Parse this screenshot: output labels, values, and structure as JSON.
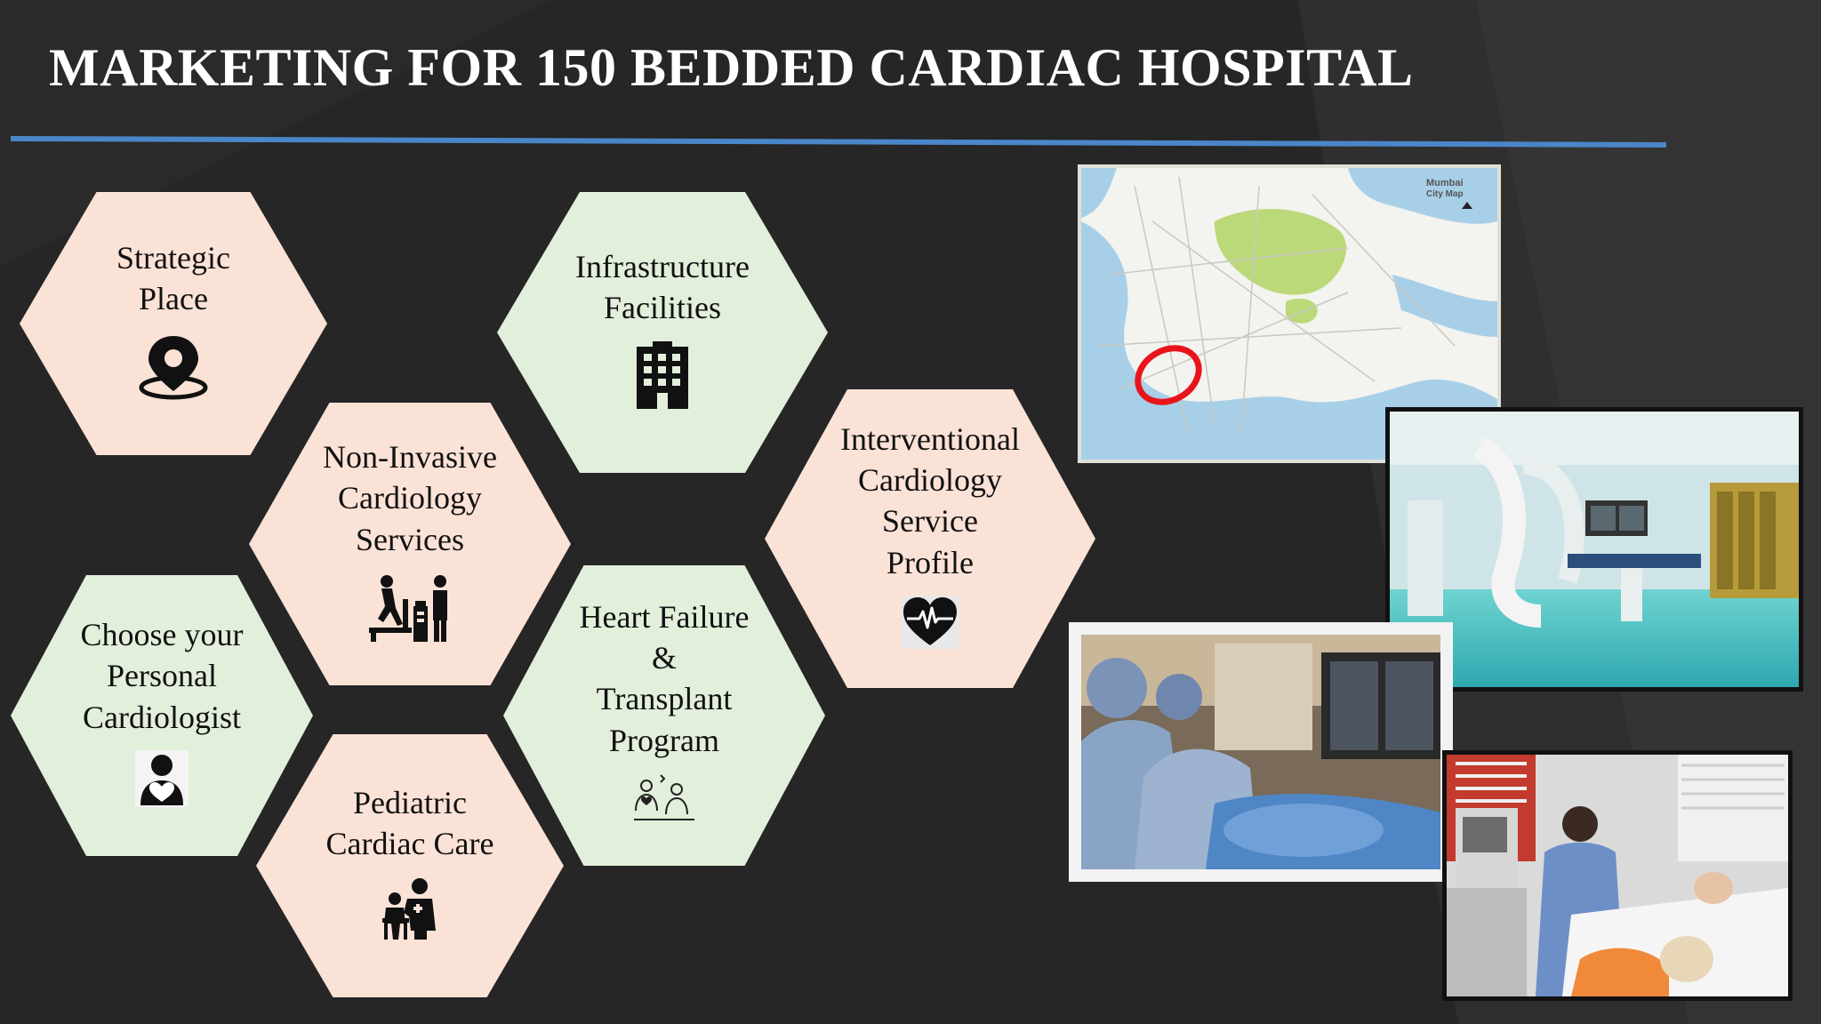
{
  "title": "MARKETING FOR 150 BEDDED CARDIAC HOSPITAL",
  "colors": {
    "background": "#262626",
    "accent_rule": "#4a86c8",
    "hex_pink": "#fbe2d6",
    "hex_green": "#e2efdb",
    "map_marker": "#e8141c"
  },
  "hexagons": [
    {
      "label": "Strategic Place",
      "lines": [
        "Strategic",
        "Place"
      ],
      "icon": "location-pin-icon",
      "color": "pink"
    },
    {
      "label": "Infrastructure Facilities",
      "lines": [
        "Infrastructure",
        "Facilities"
      ],
      "icon": "building-icon",
      "color": "green"
    },
    {
      "label": "Non-Invasive Cardiology Services",
      "lines": [
        "Non-Invasive",
        "Cardiology",
        "Services"
      ],
      "icon": "treadmill-test-icon",
      "color": "pink"
    },
    {
      "label": "Interventional Cardiology Service Profile",
      "lines": [
        "Interventional",
        "Cardiology",
        "Service",
        "Profile"
      ],
      "icon": "heart-pulse-icon",
      "color": "pink"
    },
    {
      "label": "Choose your Personal Cardiologist",
      "lines": [
        "Choose your",
        "Personal",
        "Cardiologist"
      ],
      "icon": "cardiologist-icon",
      "color": "green"
    },
    {
      "label": "Heart Failure & Transplant Program",
      "lines": [
        "Heart Failure",
        "&",
        "Transplant",
        "Program"
      ],
      "icon": "transplant-team-icon",
      "color": "green"
    },
    {
      "label": "Pediatric Cardiac Care",
      "lines": [
        "Pediatric",
        "Cardiac Care"
      ],
      "icon": "pediatric-doctor-icon",
      "color": "pink"
    }
  ],
  "images": {
    "map": {
      "caption": "Mumbai City Map",
      "caption_lines": [
        "Mumbai",
        "City Map"
      ]
    },
    "cath_lab": {
      "icon": "cath-lab-photo"
    },
    "surgery": {
      "icon": "surgery-photo"
    },
    "pediatric_ward": {
      "icon": "pediatric-ward-photo"
    }
  }
}
